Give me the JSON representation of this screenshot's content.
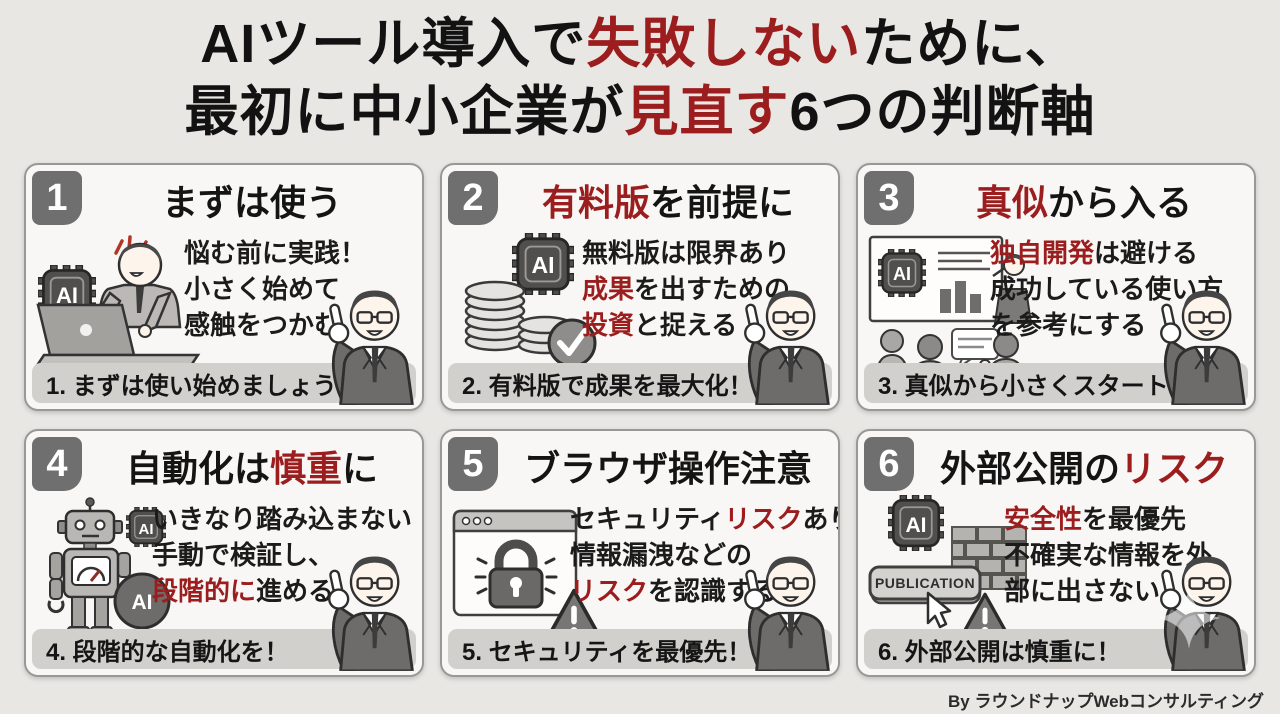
{
  "meta": {
    "background": "#e8e7e4",
    "accent_red": "#9b1d1d",
    "ink": "#161616",
    "badge_gray": "#6f6f6f",
    "caption_gray": "#d2d0cd"
  },
  "title": {
    "lines": [
      [
        {
          "t": "AIツール導入で"
        },
        {
          "t": "失敗しない",
          "r": true
        },
        {
          "t": "ために、"
        }
      ],
      [
        {
          "t": "最初に中小企業が"
        },
        {
          "t": "見直す",
          "r": true
        },
        {
          "t": "6つの判断軸"
        }
      ]
    ]
  },
  "labels": {
    "ai_chip": "AI",
    "publication_button": "PUBLICATION"
  },
  "cards": [
    {
      "number": "1",
      "title": [
        {
          "t": "まずは使う"
        }
      ],
      "body": [
        [
          {
            "t": "悩む前に実践！"
          }
        ],
        [
          {
            "t": "小さく始めて"
          }
        ],
        [
          {
            "t": "感触をつかむ"
          }
        ]
      ],
      "caption": "1. まずは使い始めましょう！",
      "illustration": "man-using-laptop-with-ai-chip"
    },
    {
      "number": "2",
      "title": [
        {
          "t": "有料版",
          "r": true
        },
        {
          "t": "を前提に"
        }
      ],
      "body": [
        [
          {
            "t": "無料版は限界あり"
          }
        ],
        [
          {
            "t": "成果",
            "r": true
          },
          {
            "t": "を出すための"
          }
        ],
        [
          {
            "t": "投資",
            "r": true
          },
          {
            "t": "と捉える"
          }
        ]
      ],
      "caption": "2. 有料版で成果を最大化！",
      "illustration": "coin-stacks-ai-chip-checkmark"
    },
    {
      "number": "3",
      "title": [
        {
          "t": "真似",
          "r": true
        },
        {
          "t": "から入る"
        }
      ],
      "body": [
        [
          {
            "t": "独自開発",
            "r": true
          },
          {
            "t": "は避ける"
          }
        ],
        [
          {
            "t": "成功している使い方"
          }
        ],
        [
          {
            "t": "を参考にする"
          }
        ]
      ],
      "caption": "3. 真似から小さくスタート！",
      "illustration": "whiteboard-presentation-audience"
    },
    {
      "number": "4",
      "title": [
        {
          "t": "自動化は"
        },
        {
          "t": "慎重",
          "r": true
        },
        {
          "t": "に"
        }
      ],
      "body": [
        [
          {
            "t": "いきなり踏み込まない"
          }
        ],
        [
          {
            "t": "手動で検証し、"
          }
        ],
        [
          {
            "t": "段階的に",
            "r": true
          },
          {
            "t": "進める"
          }
        ]
      ],
      "caption": "4. 段階的な自動化を！",
      "illustration": "robot-gauge-ai-chip"
    },
    {
      "number": "5",
      "title": [
        {
          "t": "ブラウザ操作注意"
        }
      ],
      "body": [
        [
          {
            "t": "セキュリティ"
          },
          {
            "t": "リスク",
            "r": true
          },
          {
            "t": "あり"
          }
        ],
        [
          {
            "t": "情報漏洩などの"
          }
        ],
        [
          {
            "t": "リスク",
            "r": true
          },
          {
            "t": "を認識する"
          }
        ]
      ],
      "caption": "5. セキュリティを最優先！",
      "illustration": "browser-padlock-warning"
    },
    {
      "number": "6",
      "title": [
        {
          "t": "外部公開の"
        },
        {
          "t": "リスク",
          "r": true
        }
      ],
      "body": [
        [
          {
            "t": "安全性",
            "r": true
          },
          {
            "t": "を最優先"
          }
        ],
        [
          {
            "t": "不確実な情報を外"
          }
        ],
        [
          {
            "t": "部に出さない"
          }
        ]
      ],
      "caption": "6. 外部公開は慎重に！",
      "illustration": "publication-button-brick-wall-warning"
    }
  ],
  "footer": {
    "credit": "By ラウンドナップWebコンサルティング"
  }
}
